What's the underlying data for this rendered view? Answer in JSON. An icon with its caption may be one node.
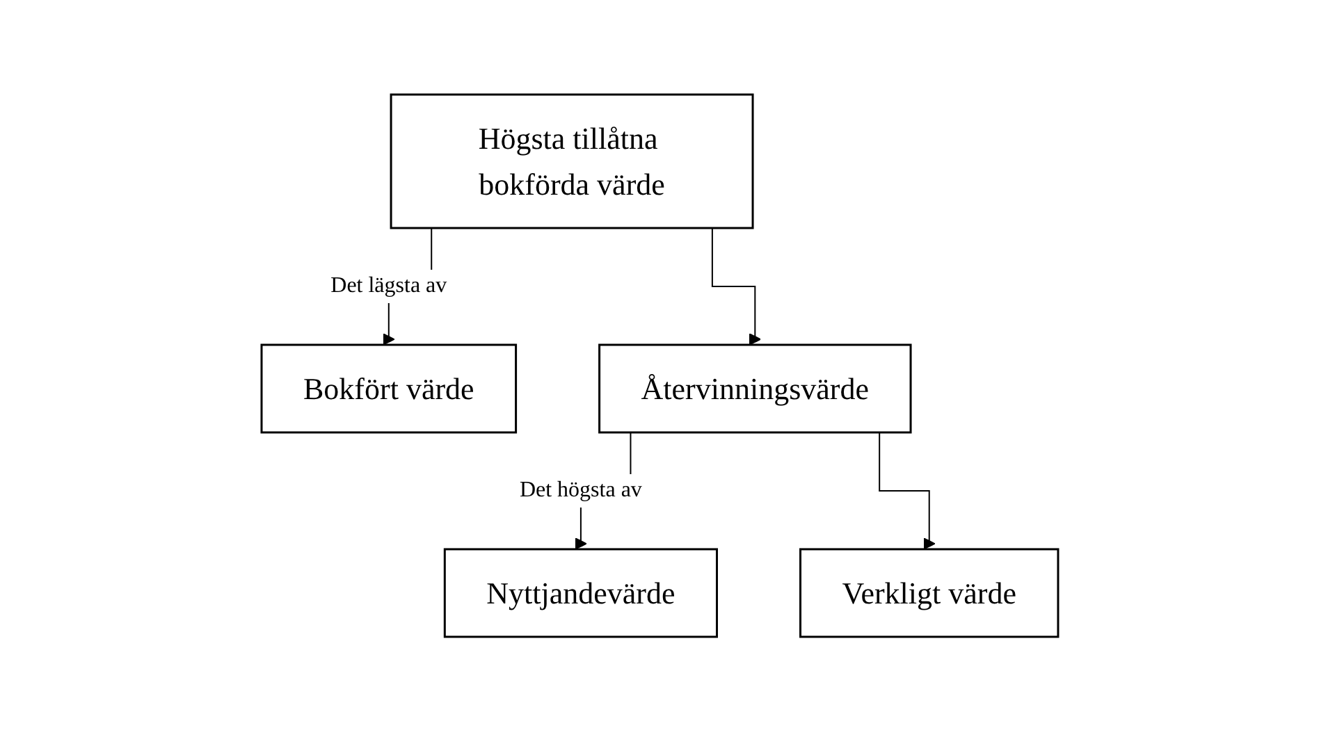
{
  "diagram": {
    "nodes": [
      {
        "text": [
          "Högsta tillåtna bokförda värde"
        ]
      },
      {
        "text": [
          "Bokfört värde"
        ]
      },
      {
        "text": [
          "Återvinningsvärde"
        ]
      },
      {
        "text": [
          "Nyttjandevärde"
        ]
      },
      {
        "text": [
          "Verkligt värde"
        ]
      }
    ],
    "edges": [
      {
        "from": 0,
        "to": 1,
        "arrow": "to",
        "label": "Det lägsta av"
      },
      {
        "from": 0,
        "to": 2,
        "arrow": "to"
      },
      {
        "from": 2,
        "to": 3,
        "arrow": "to",
        "label": "Det högsta av"
      },
      {
        "from": 2,
        "to": 4,
        "arrow": "to"
      }
    ]
  }
}
